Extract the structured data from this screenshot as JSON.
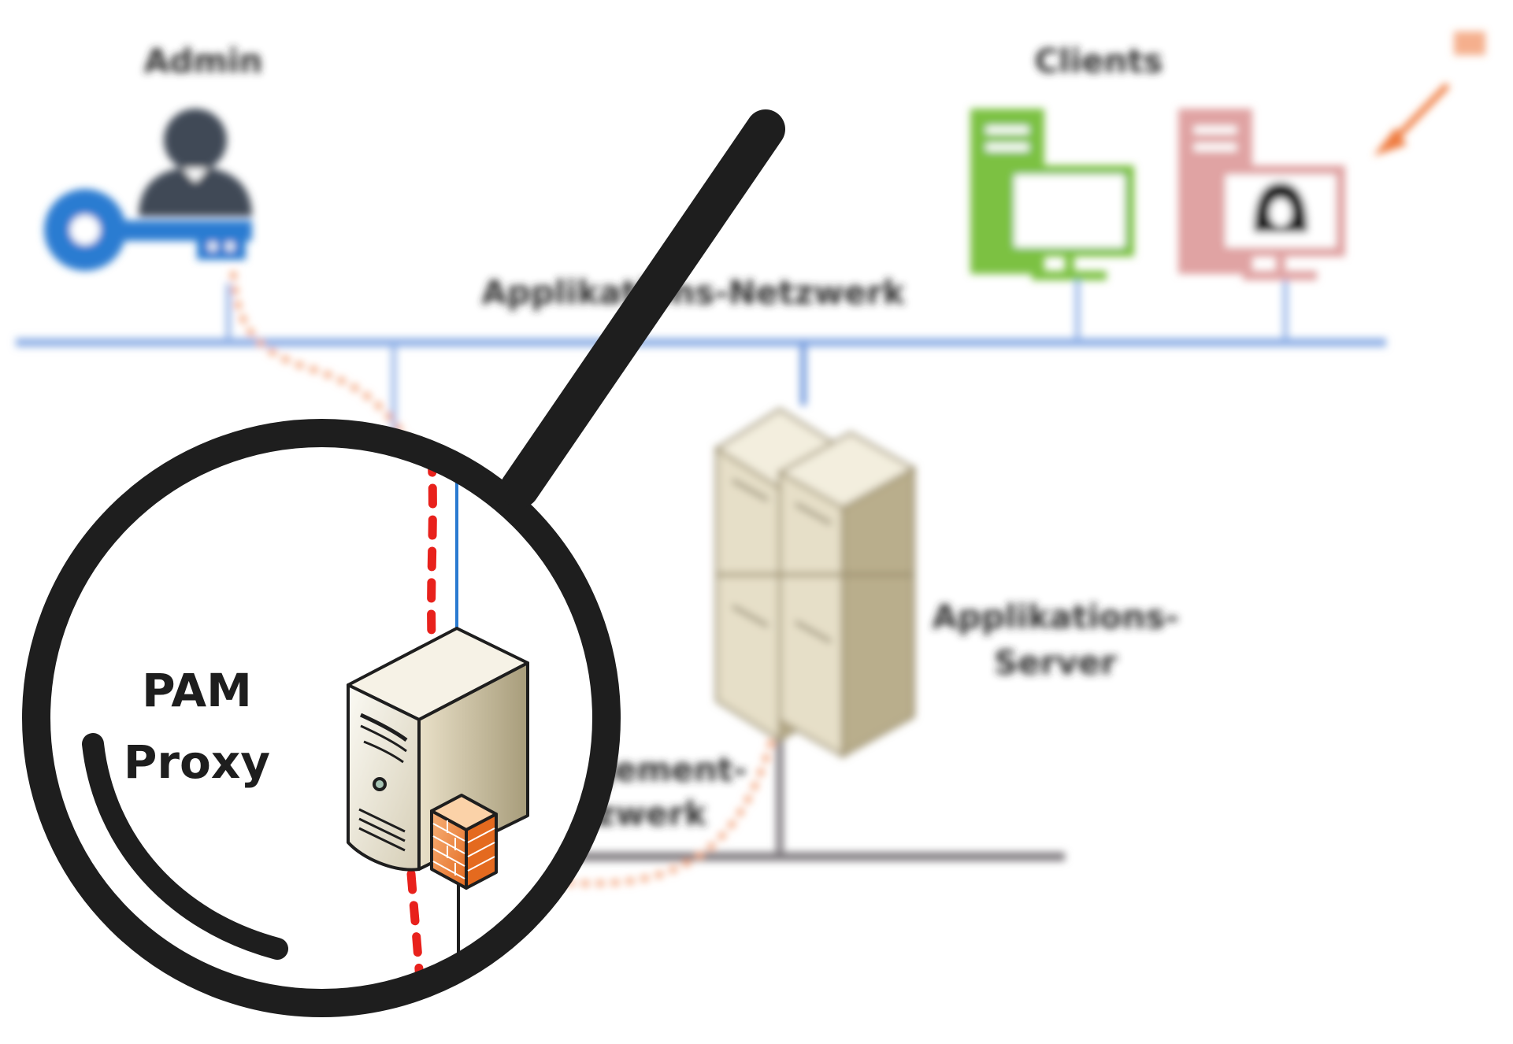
{
  "labels": {
    "admin": "Admin",
    "clients": "Clients",
    "app_network": "Applikations-Netzwerk",
    "app_server_line1": "Applikations-",
    "app_server_line2": "Server",
    "mgmt_line1": "Management-",
    "mgmt_line2": "Netzwerk",
    "pam_line1": "PAM",
    "pam_line2": "Proxy"
  },
  "colors": {
    "app_network": "#8fb0e6",
    "mgmt_network": "#7d787d",
    "admin_icon": "#3f4a57",
    "key_icon": "#2a7bd1",
    "client_ok": "#7cc142",
    "client_compromised": "#e0a3a3",
    "attack_arrow": "#ef7c41",
    "pam_route": "#e8211c",
    "admin_route": "#f4a57e",
    "lens": "#1e1e1e",
    "server": "#cdbf9e"
  },
  "icons": [
    "admin-user-icon",
    "key-icon",
    "client-computer-icon",
    "compromised-computer-icon",
    "hacker-icon",
    "attack-arrow-icon",
    "server-rack-icon",
    "pam-proxy-server-icon",
    "firewall-icon",
    "magnifier-icon"
  ]
}
